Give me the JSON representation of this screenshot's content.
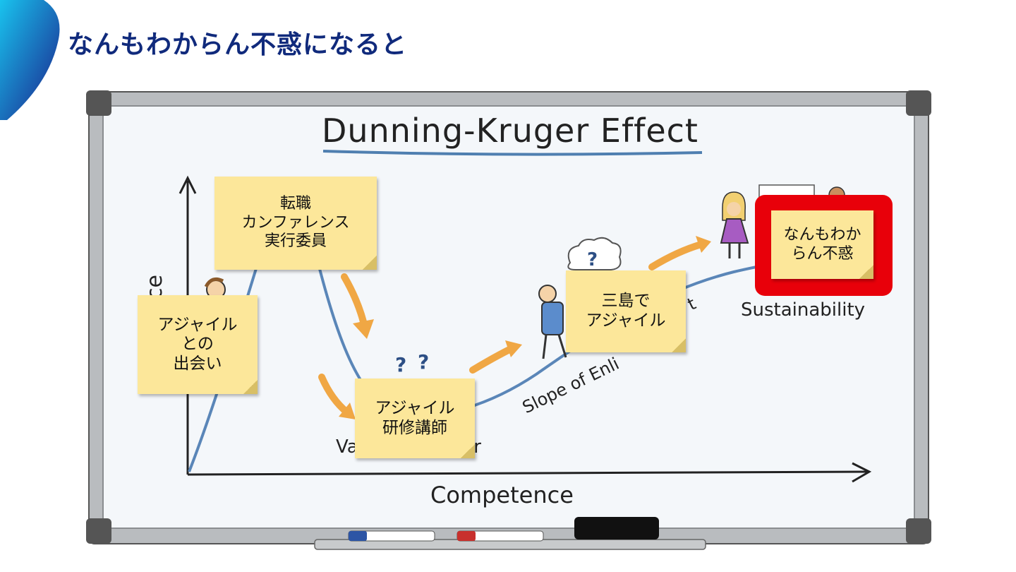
{
  "title": "なんもわからん不惑になると",
  "colors": {
    "title_color": "#102a7c",
    "highlight": "#e8000a",
    "note": "#fce79a",
    "curve": "#5a86b8",
    "arrow": "#f0a744"
  },
  "whiteboard": {
    "heading": "Dunning-Kruger Effect",
    "x_axis_label": "Competence",
    "y_axis_label_partial": "ce",
    "labels": {
      "valley_left": "Va",
      "valley_right": "ir",
      "slope": "Slope of Enli",
      "slope_tail": "t",
      "sustainability": "Sustainability"
    }
  },
  "notes": {
    "encounter": "アジャイル\nとの\n出会い",
    "career": "転職\nカンファレンス\n実行委員",
    "trainer": "アジャイル\n研修講師",
    "mishima": "三島で\nアジャイル",
    "unknown": "なんもわか\nらん不惑"
  }
}
